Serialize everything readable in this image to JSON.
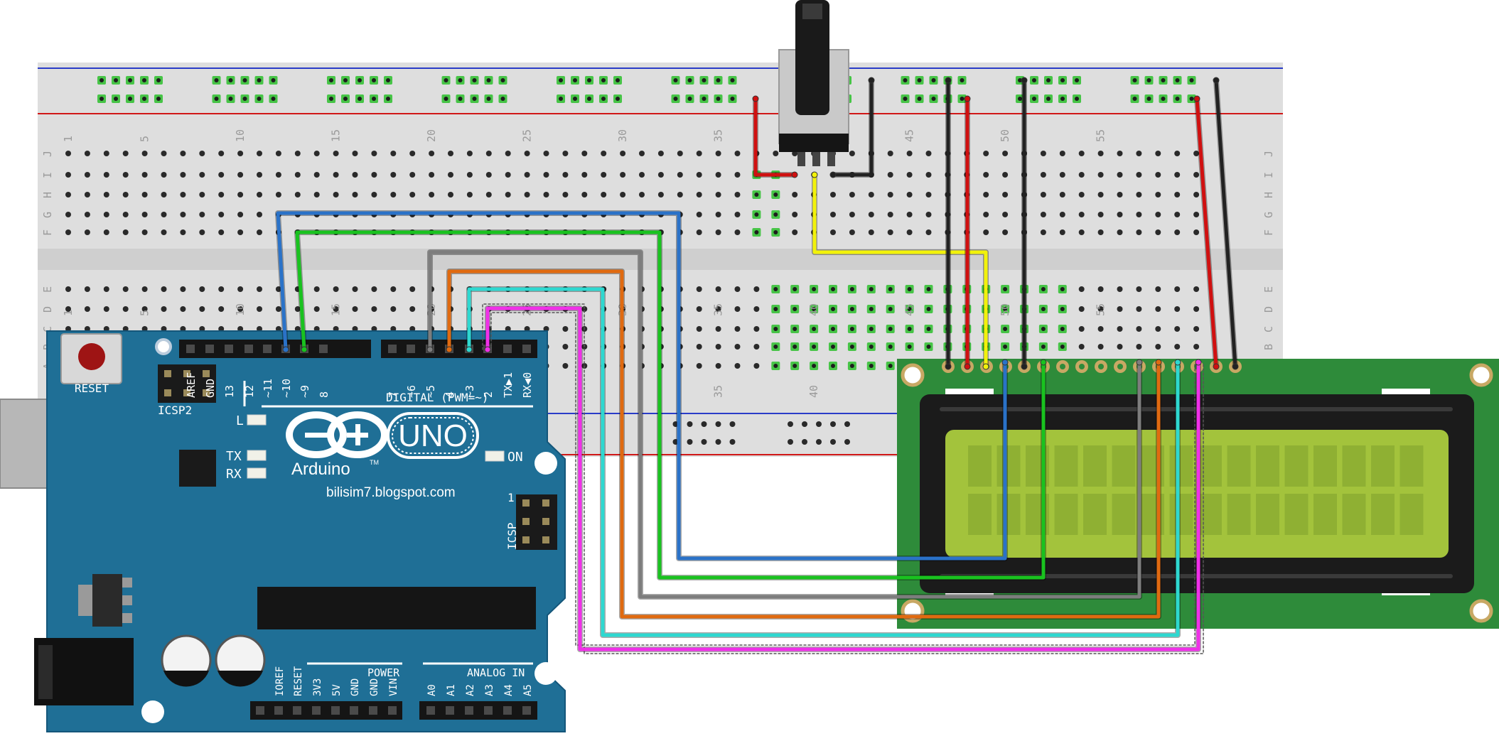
{
  "breadboard": {
    "row_letters_top": [
      "J",
      "I",
      "H",
      "G",
      "F"
    ],
    "row_letters_bottom": [
      "E",
      "D",
      "C",
      "B",
      "A"
    ],
    "column_numbers_top": [
      "1",
      "5",
      "10",
      "15",
      "20",
      "25",
      "30",
      "35",
      "40",
      "45",
      "50",
      "55"
    ],
    "column_numbers_lower": [
      "35",
      "40"
    ]
  },
  "arduino": {
    "reset_label": "RESET",
    "icsp2_label": "ICSP2",
    "icsp_label": "ICSP",
    "icsp_pin1": "1",
    "led_l": "L",
    "led_tx": "TX",
    "led_rx": "RX",
    "on_label": "ON",
    "brand": "Arduino",
    "tm": "TM",
    "model": "UNO",
    "website": "bilisim7.blogspot.com",
    "digital_label": "DIGITAL (PWM=~)",
    "power_label": "POWER",
    "analog_label": "ANALOG IN",
    "header_left_pins": [
      "AREF",
      "GND",
      "13",
      "12",
      "~11",
      "~10",
      "~9",
      "8"
    ],
    "header_right_pins": [
      "7",
      "~6",
      "~5",
      "4",
      "~3",
      "2",
      "TX▶1",
      "RX◀0"
    ],
    "power_pins": [
      "IOREF",
      "RESET",
      "3V3",
      "5V",
      "GND",
      "GND",
      "VIN"
    ],
    "analog_pins": [
      "A0",
      "A1",
      "A2",
      "A3",
      "A4",
      "A5"
    ]
  },
  "colors": {
    "board_blue": "#1f6f96",
    "breadboard": "#dcdcdc",
    "lcd_pcb": "#2e8b3a",
    "lcd_screen": "#a3c33c",
    "wire_blue": "#2a72c8",
    "wire_green": "#19c21f",
    "wire_gray": "#7d7d7d",
    "wire_orange": "#e06a10",
    "wire_cyan": "#2ed8d0",
    "wire_magenta": "#f030e8",
    "wire_red": "#d01010",
    "wire_black": "#222222",
    "wire_yellow": "#f2f20a"
  }
}
